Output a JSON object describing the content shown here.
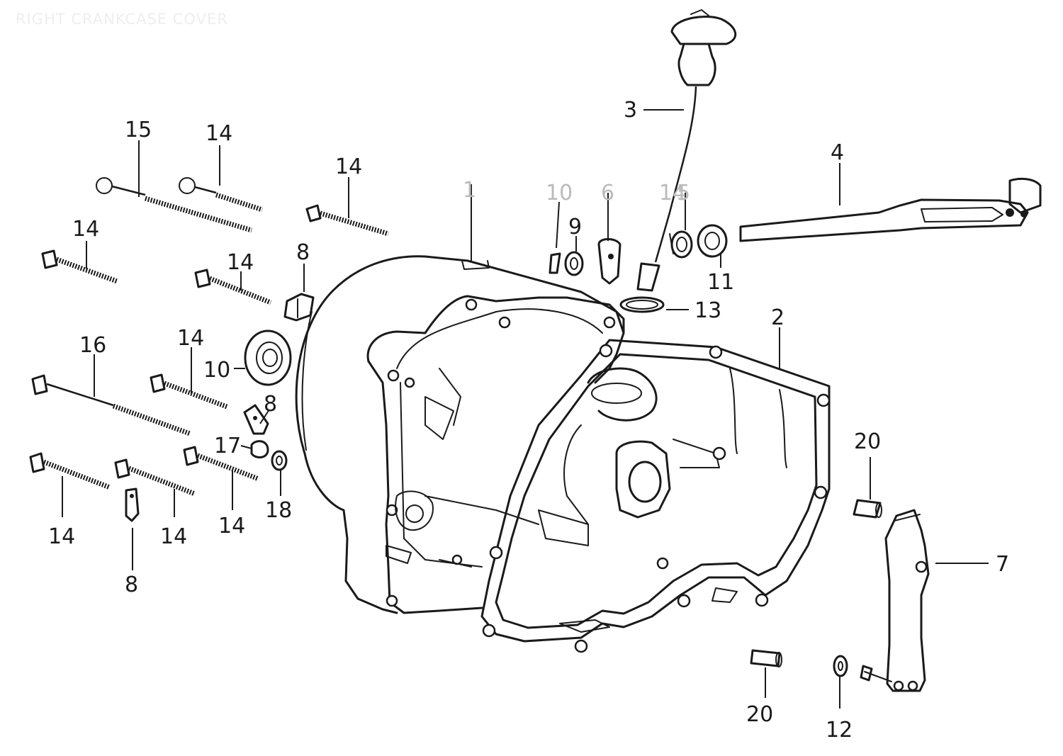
{
  "diagram": {
    "title": "RIGHT CRANKCASE COVER",
    "colors": {
      "ink": "#1a1a1a",
      "background": "#ffffff",
      "title_ink": "#eeeeee"
    },
    "callouts": [
      {
        "id": "c1",
        "label": "1"
      },
      {
        "id": "c2",
        "label": "2"
      },
      {
        "id": "c3",
        "label": "3"
      },
      {
        "id": "c4",
        "label": "4"
      },
      {
        "id": "c5",
        "label": "5"
      },
      {
        "id": "c6",
        "label": "6"
      },
      {
        "id": "c7",
        "label": "7"
      },
      {
        "id": "c8a",
        "label": "8"
      },
      {
        "id": "c8b",
        "label": "8"
      },
      {
        "id": "c8c",
        "label": "8"
      },
      {
        "id": "c9",
        "label": "9"
      },
      {
        "id": "c10a",
        "label": "10"
      },
      {
        "id": "c10b",
        "label": "10"
      },
      {
        "id": "c11",
        "label": "11"
      },
      {
        "id": "c12",
        "label": "12"
      },
      {
        "id": "c13",
        "label": "13"
      },
      {
        "id": "c14a",
        "label": "14"
      },
      {
        "id": "c14b",
        "label": "14"
      },
      {
        "id": "c14c",
        "label": "14"
      },
      {
        "id": "c14d",
        "label": "14"
      },
      {
        "id": "c14e",
        "label": "14"
      },
      {
        "id": "c14f",
        "label": "14"
      },
      {
        "id": "c14g",
        "label": "14"
      },
      {
        "id": "c14h",
        "label": "14"
      },
      {
        "id": "c14i",
        "label": "14"
      },
      {
        "id": "c15",
        "label": "15"
      },
      {
        "id": "c16",
        "label": "16"
      },
      {
        "id": "c17",
        "label": "17"
      },
      {
        "id": "c18",
        "label": "18"
      },
      {
        "id": "c20a",
        "label": "20"
      },
      {
        "id": "c20b",
        "label": "20"
      }
    ]
  }
}
